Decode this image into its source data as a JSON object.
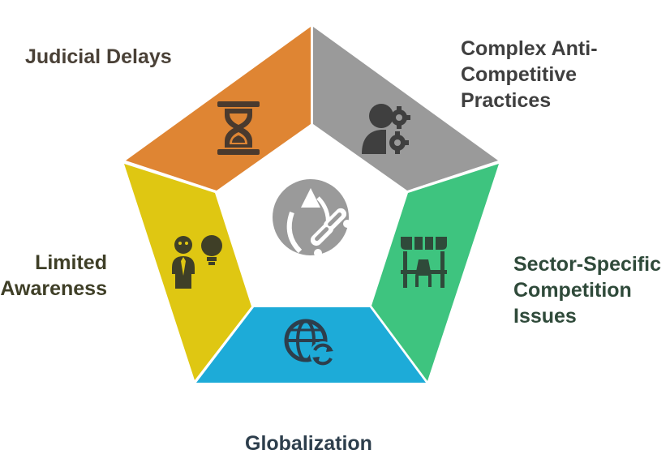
{
  "segments": [
    {
      "id": "judicial-delays",
      "lines": [
        "Judicial Delays"
      ],
      "color": "#DF8533",
      "icon": "hourglass-icon"
    },
    {
      "id": "complex-anti-competitive-practices",
      "lines": [
        "Complex Anti-",
        "Competitive",
        "Practices"
      ],
      "color": "#9A9A9A",
      "icon": "person-gear-icon"
    },
    {
      "id": "sector-specific-competition-issues",
      "lines": [
        "Sector-Specific",
        "Competition",
        "Issues"
      ],
      "color": "#3EC47F",
      "icon": "market-stall-icon"
    },
    {
      "id": "globalization",
      "lines": [
        "Globalization"
      ],
      "color": "#1DABD8",
      "icon": "globe-sync-icon"
    },
    {
      "id": "limited-awareness",
      "lines": [
        "Limited",
        "Awareness"
      ],
      "color": "#DFC712",
      "icon": "person-lightbulb-icon"
    }
  ],
  "center": {
    "icon": "broken-link-globe-icon"
  }
}
